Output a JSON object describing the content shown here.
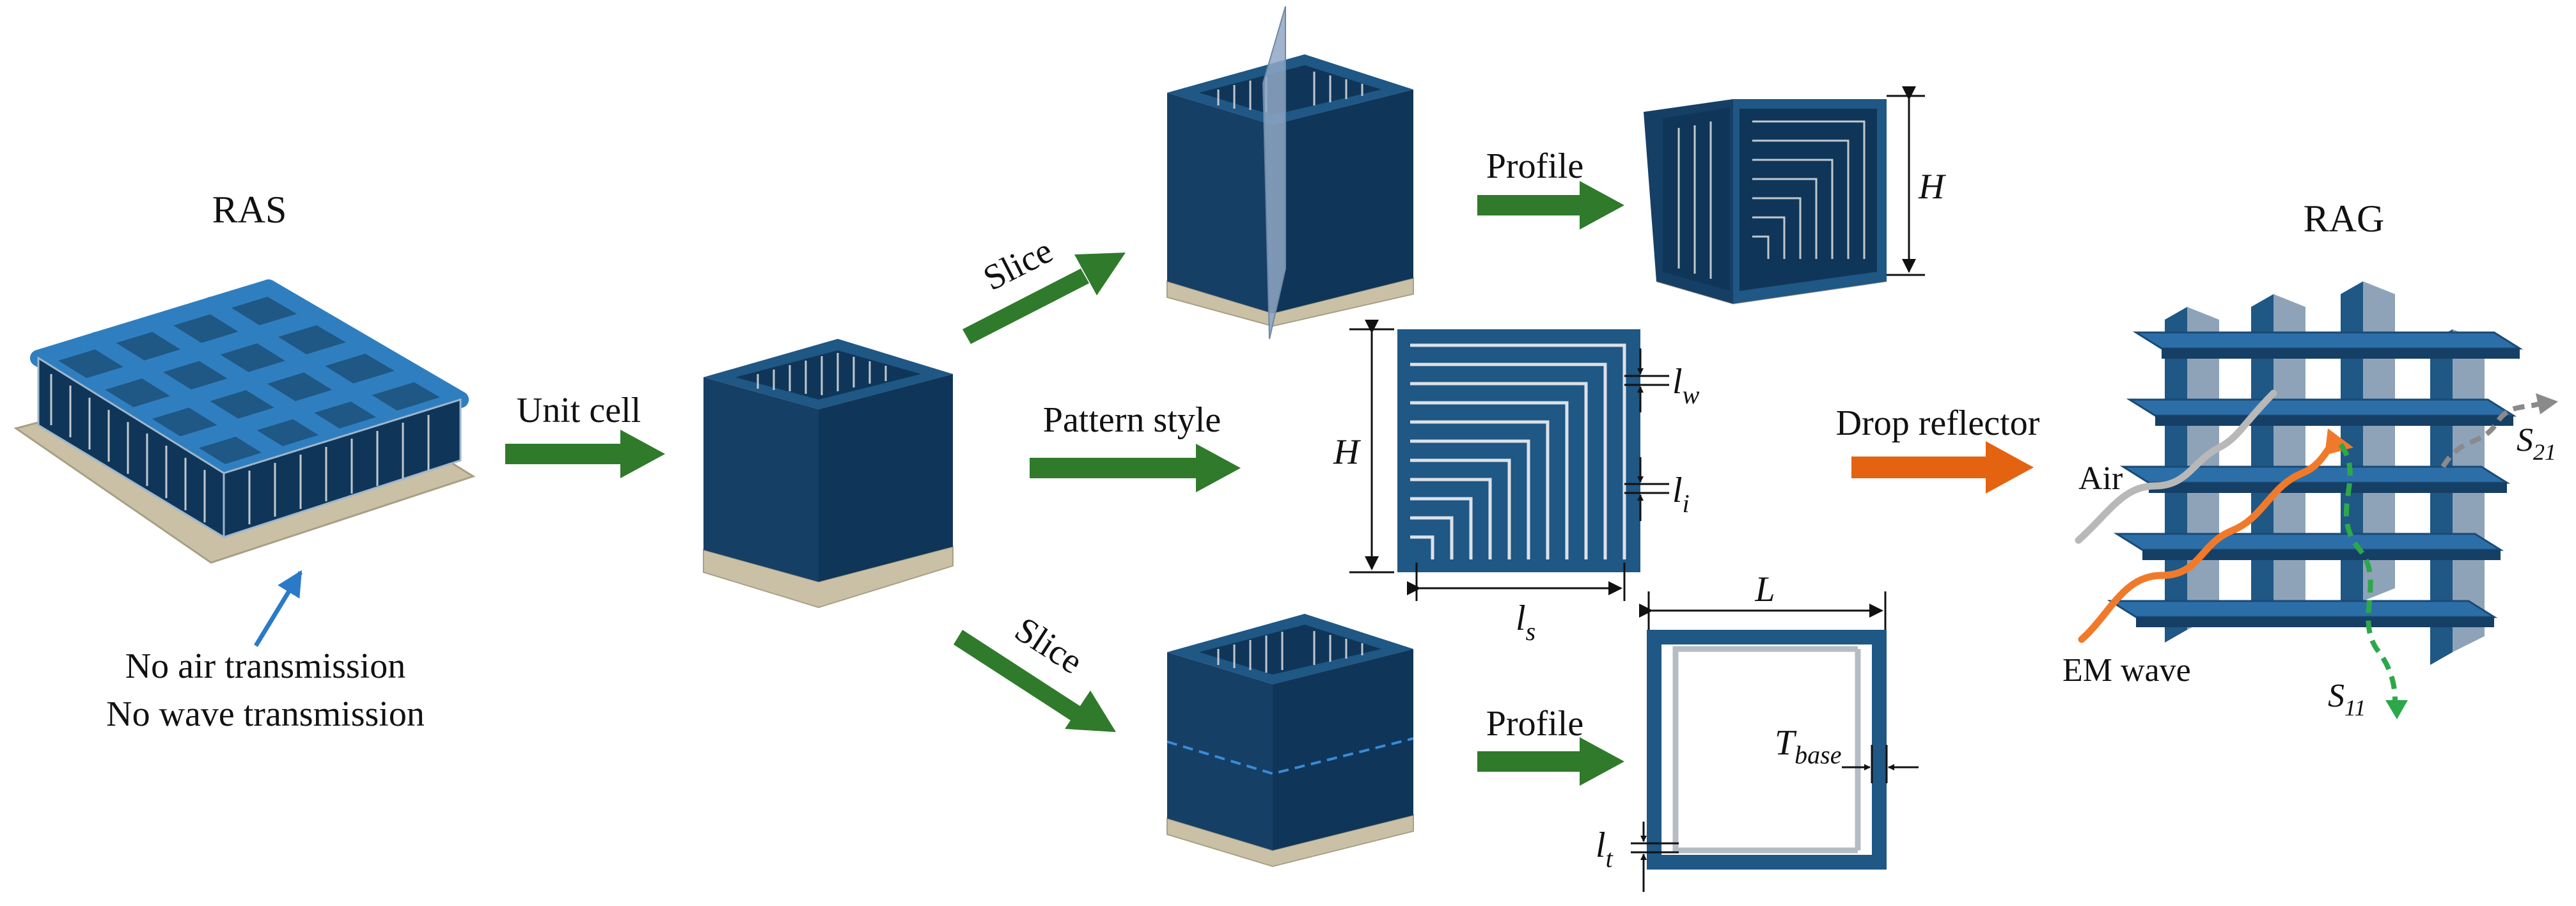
{
  "title_ras": "RAS",
  "title_rag": "RAG",
  "ras_note_line1": "No air transmission",
  "ras_note_line2": "No wave transmission",
  "step_unit_cell": "Unit cell",
  "step_slice_top": "Slice",
  "step_slice_bottom": "Slice",
  "step_pattern_style": "Pattern style",
  "step_profile_top": "Profile",
  "step_profile_bottom": "Profile",
  "step_drop_reflector": "Drop reflector",
  "dim_H_profile": "H",
  "dim_H_pattern": "H",
  "dim_lw_base": "l",
  "dim_lw_sub": "w",
  "dim_li_base": "l",
  "dim_li_sub": "i",
  "dim_ls_base": "l",
  "dim_ls_sub": "s",
  "dim_L": "L",
  "dim_tbase_base": "T",
  "dim_tbase_sub": "base",
  "dim_lt_base": "l",
  "dim_lt_sub": "t",
  "rag_air": "Air",
  "rag_em_wave": "EM wave",
  "rag_s11_base": "S",
  "rag_s11_sub": "11",
  "rag_s21_base": "S",
  "rag_s21_sub": "21",
  "colors": {
    "navy": "#1f5785",
    "navy_dark": "#0f3658",
    "navy_side": "#163f66",
    "grid_blue": "#2c6fa8",
    "base": "#c9c0a6",
    "green_arrow": "#2f7a2b",
    "orange_arrow": "#e46310",
    "line_gray": "#c2c8ce"
  },
  "icons": {
    "arrow": "green-arrow-icon",
    "reflector_arrow": "orange-arrow-icon"
  }
}
